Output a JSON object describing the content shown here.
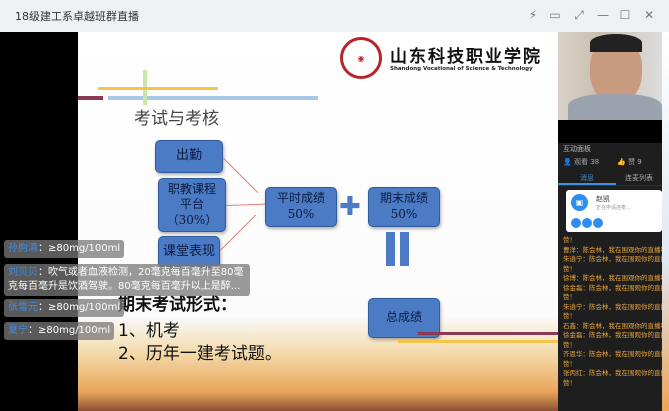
{
  "window": {
    "title": "18级建工系卓越班群直播",
    "controls": [
      "⚡",
      "▭",
      "⤢",
      "—",
      "☐",
      "✕"
    ]
  },
  "slide": {
    "school_name": "山东科技职业学院",
    "school_name_en": "Shandong Vocational of Science & Technology",
    "heading": "考试与考核",
    "boxes": {
      "attendance": "出勤",
      "course_platform": "职教课程平台",
      "course_platform_pct": "（30%）",
      "class_performance": "课堂表现",
      "regular_score": "平时成绩",
      "regular_pct": "50%",
      "final_score": "期末成绩",
      "final_pct": "50%",
      "total_score": "总成绩"
    },
    "plus": "✚",
    "exam_form_title": "期末考试形式：",
    "exam_items": [
      "1、机考",
      "2、历年一建考试题。"
    ]
  },
  "danmu": [
    {
      "name": "孙朐清",
      "text": "：≥80mg/100ml"
    },
    {
      "name": "刘贝贝",
      "text": "：吹气或者血液检测，20毫克每百毫升至80毫克每百毫升是饮酒驾驶。80毫克每百毫升以上是醉..."
    },
    {
      "name": "张雪元",
      "text": "：≥80mg/100ml"
    },
    {
      "name": "夏宁",
      "text": "：≥80mg/100ml"
    }
  ],
  "panel": {
    "title": "互动面板",
    "viewers_label": "观看",
    "viewers": "38",
    "likes_label": "赞",
    "likes": "9",
    "tabs": [
      "消息",
      "连麦列表"
    ],
    "card": {
      "name": "赵凯",
      "status": "正在申请连麦..."
    },
    "messages": [
      "赞！",
      "曹洋：陈会林，我在围观你的直播啦，",
      "朱逍宁：陈会林，我在围观你的直播啦",
      "赞！",
      "徐博：陈会林，我在围观你的直播啦，",
      "徐金磊：陈会林，我在围观你的直播啦",
      "赞！",
      "朱逍宁：陈会林，我在围观你的直播啦",
      "赞！",
      "石鑫：陈会林，我在围观你的直播啦，",
      "徐金磊：陈会林，我在围观你的直播啦",
      "赞！",
      "齐恩华：陈会林，我在围观你的直播啦",
      "赞！",
      "张丙红：陈会林，我在围观你的直播啦",
      "赞！"
    ]
  }
}
